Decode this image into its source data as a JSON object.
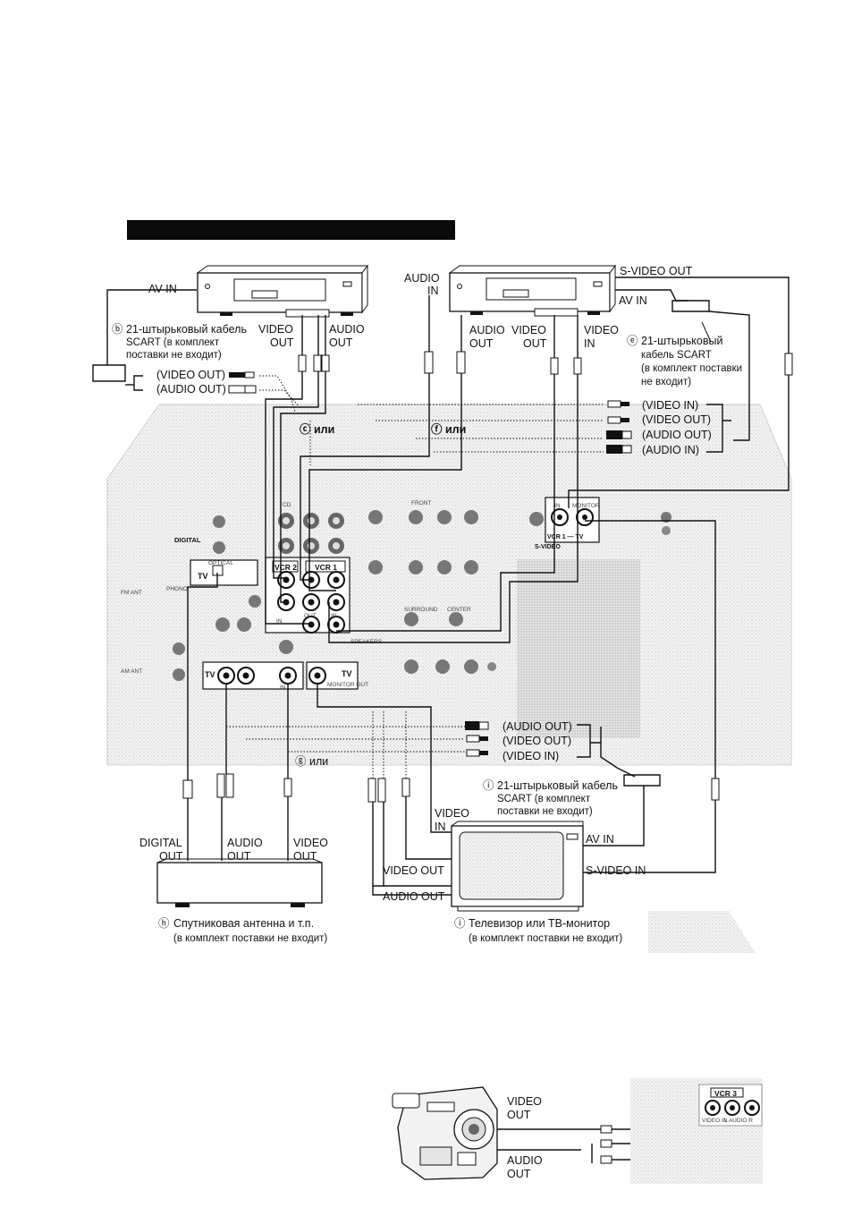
{
  "header_bar": "",
  "top_devices": {
    "left_vcr": {
      "av_in": "AV IN",
      "video_out": [
        "VIDEO",
        "OUT"
      ],
      "audio_out": [
        "AUDIO",
        "OUT"
      ]
    },
    "right_vcr": {
      "audio_in": [
        "AUDIO",
        "IN"
      ],
      "s_video_out": "S-VIDEO OUT",
      "av_in": "AV IN",
      "audio_out": [
        "AUDIO",
        "OUT"
      ],
      "video_out": [
        "VIDEO",
        "OUT"
      ],
      "video_in": [
        "VIDEO",
        "IN"
      ]
    }
  },
  "callouts": {
    "b": {
      "marker": "ⓑ",
      "lines": [
        "21-штырьковый кабель",
        "SCART (в комплект",
        "поставки не входит)"
      ]
    },
    "e": {
      "marker": "ⓔ",
      "lines": [
        "21-штырьковый",
        "кабель SCART",
        "(в комплект поставки",
        "не входит)"
      ]
    },
    "i_cable": {
      "marker": "ⓘ",
      "lines": [
        "21-штырьковый кабель",
        "SCART (в комплект",
        "поставки не входит)"
      ]
    }
  },
  "adapters": {
    "left": [
      "(VIDEO OUT)",
      "(AUDIO OUT)"
    ],
    "right": [
      "(VIDEO IN)",
      "(VIDEO OUT)",
      "(AUDIO OUT)",
      "(AUDIO IN)"
    ],
    "bottom": [
      "(AUDIO OUT)",
      "(VIDEO OUT)",
      "(VIDEO IN)"
    ]
  },
  "or_labels": {
    "c": "ⓒ или",
    "f": "ⓕ или",
    "g": "ⓖ или"
  },
  "panel": {
    "digital": "DIGITAL",
    "optical": "OPTICAL",
    "tv": "TV",
    "vcr2": "VCR 2",
    "vcr1": "VCR 1",
    "in": "IN",
    "out": "OUT",
    "monitor_out": "MONITOR OUT",
    "s_video": "S-VIDEO",
    "vcr_tv": "VCR 1 — TV",
    "monitor": "MONITOR",
    "speakers": "SPEAKERS",
    "front": "FRONT",
    "center": "CENTER",
    "surround": "SURROUND",
    "phono": "PHONO",
    "cd": "CD",
    "fm_ant": "FM ANT",
    "am_ant": "AM ANT"
  },
  "satellite": {
    "digital_out": [
      "DIGITAL",
      "OUT"
    ],
    "audio_out": [
      "AUDIO",
      "OUT"
    ],
    "video_out": [
      "VIDEO",
      "OUT"
    ],
    "marker": "ⓗ",
    "caption": [
      "Спутниковая антенна и т.п.",
      "(в комплект поставки не входит)"
    ]
  },
  "tv": {
    "video_in": [
      "VIDEO",
      "IN"
    ],
    "av_in": "AV IN",
    "video_out": "VIDEO OUT",
    "s_video_in": "S-VIDEO IN",
    "audio_out": "AUDIO OUT",
    "marker": "ⓘ",
    "caption": [
      "Телевизор или ТВ-монитор",
      "(в комплект поставки не входит)"
    ]
  },
  "camcorder": {
    "video_out": [
      "VIDEO",
      "OUT"
    ],
    "audio_out": [
      "AUDIO",
      "OUT"
    ],
    "vcr3": "VCR 3",
    "video_in": "VIDEO IN",
    "audio_lr": "L AUDIO R"
  }
}
